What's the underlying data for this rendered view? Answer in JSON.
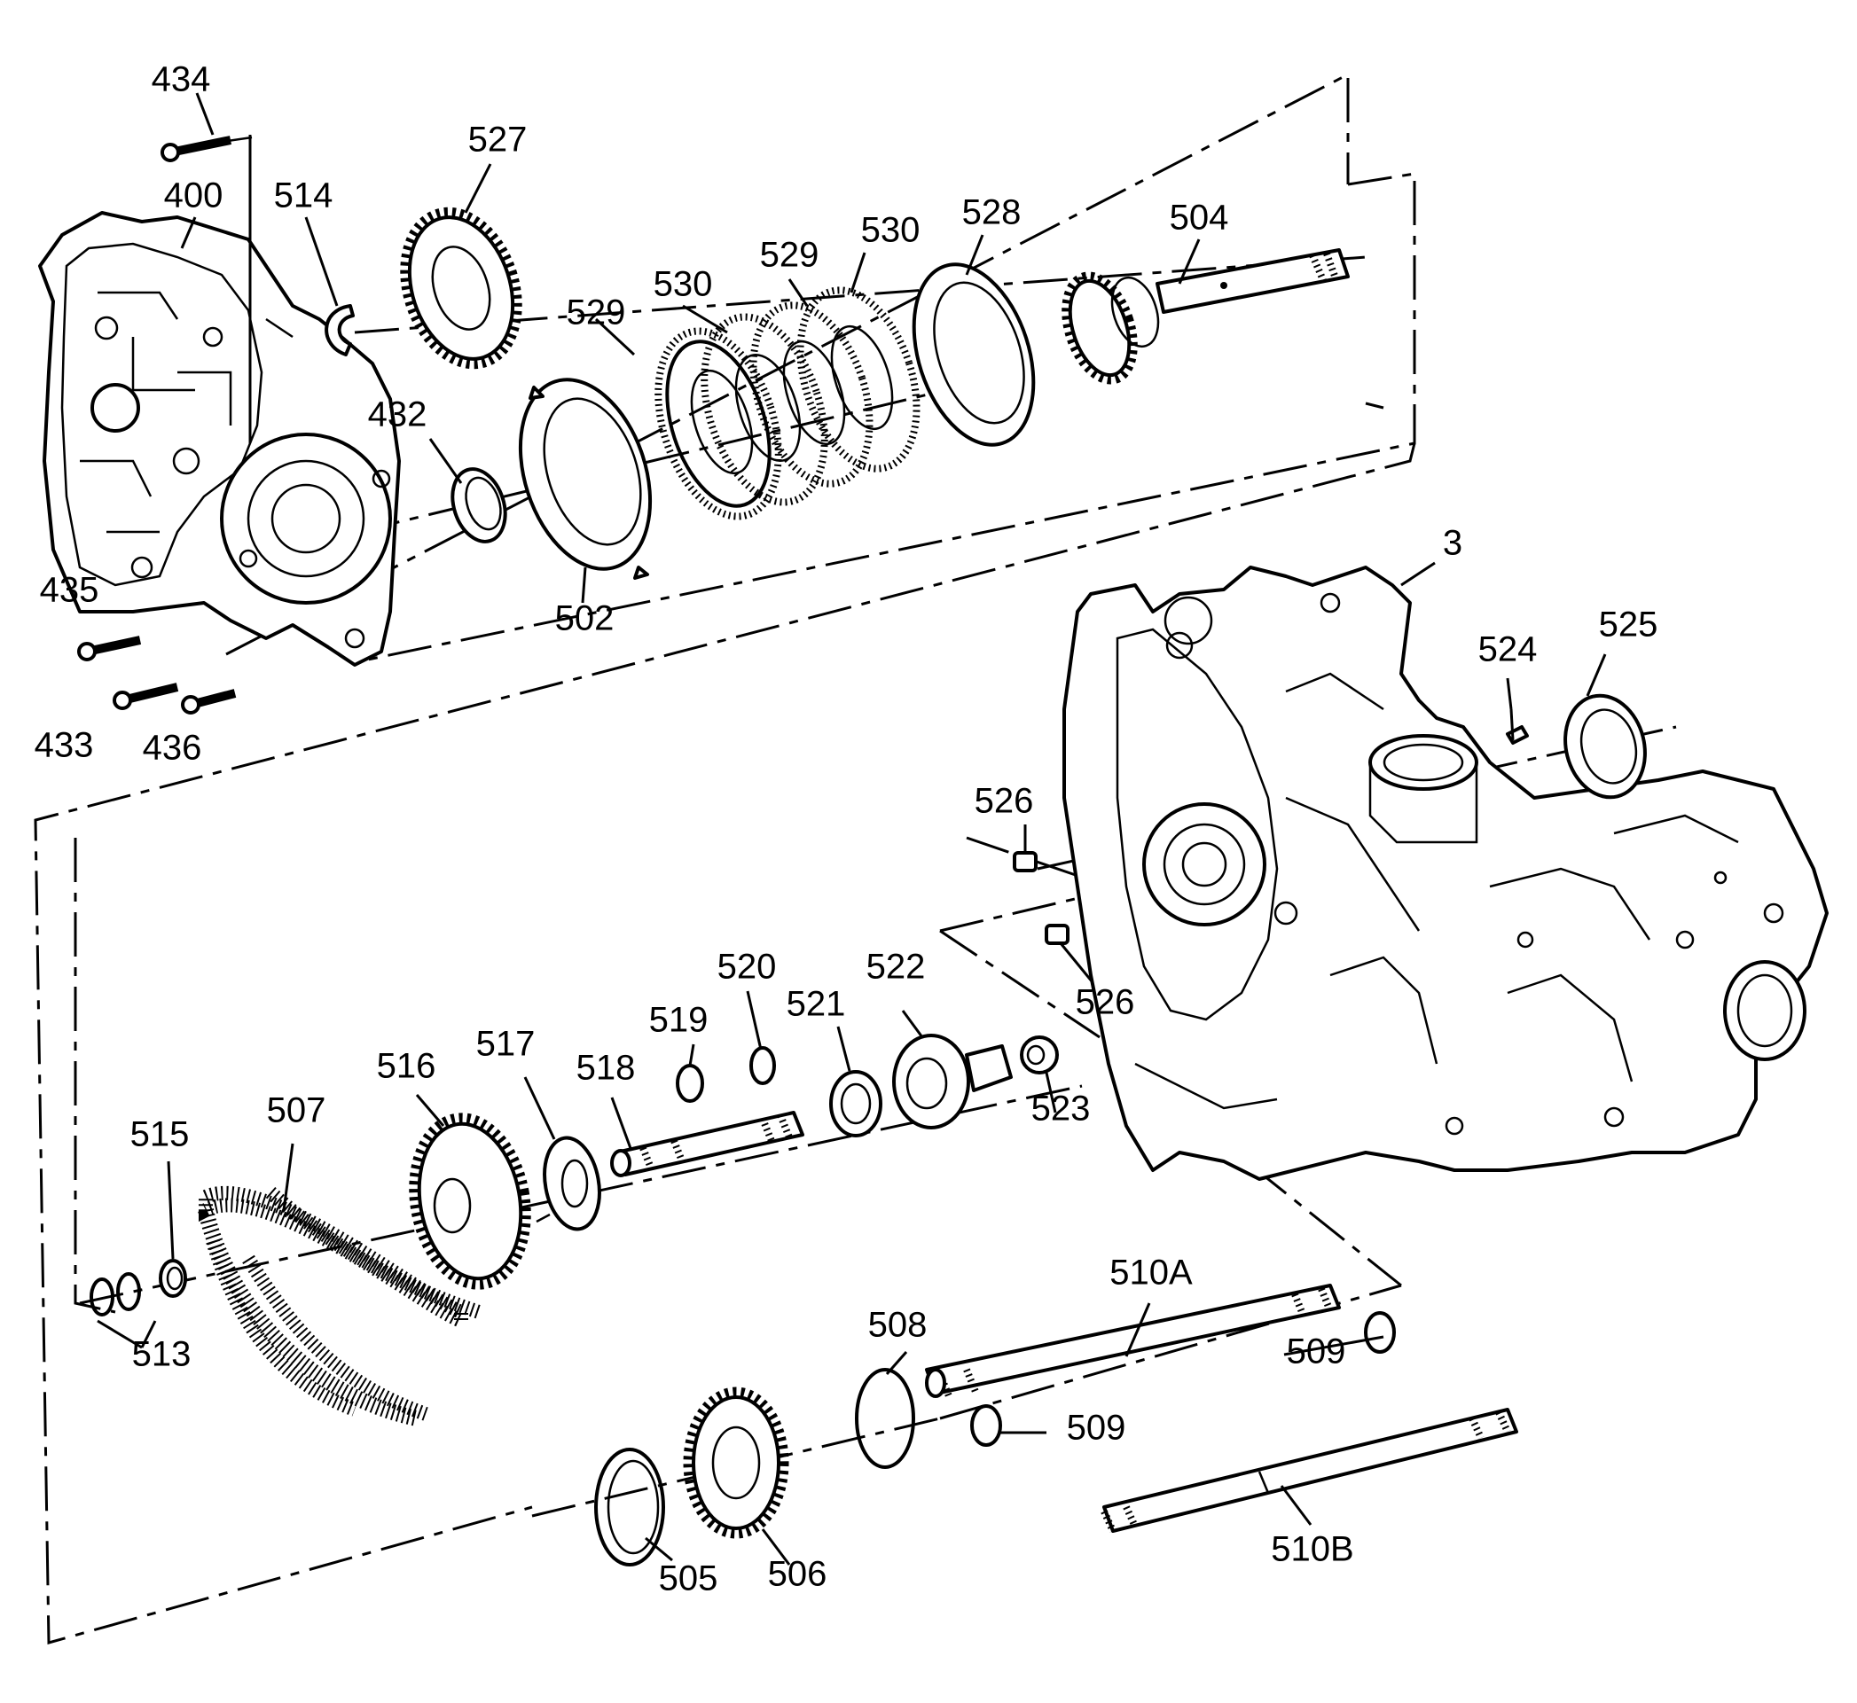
{
  "callouts": {
    "c434": "434",
    "c400": "400",
    "c514": "514",
    "c527": "527",
    "c432": "432",
    "c435": "435",
    "c433": "433",
    "c436": "436",
    "c529a": "529",
    "c530a": "530",
    "c529b": "529",
    "c530b": "530",
    "c528": "528",
    "c504": "504",
    "c502": "502",
    "c3": "3",
    "c524": "524",
    "c525": "525",
    "c526a": "526",
    "c526b": "526",
    "c520": "520",
    "c519": "519",
    "c521": "521",
    "c522": "522",
    "c518": "518",
    "c517": "517",
    "c516": "516",
    "c507": "507",
    "c515": "515",
    "c513": "513",
    "c523": "523",
    "c510a": "510A",
    "c508": "508",
    "c509a": "509",
    "c509b": "509",
    "c505": "505",
    "c506": "506",
    "c510b": "510B"
  }
}
